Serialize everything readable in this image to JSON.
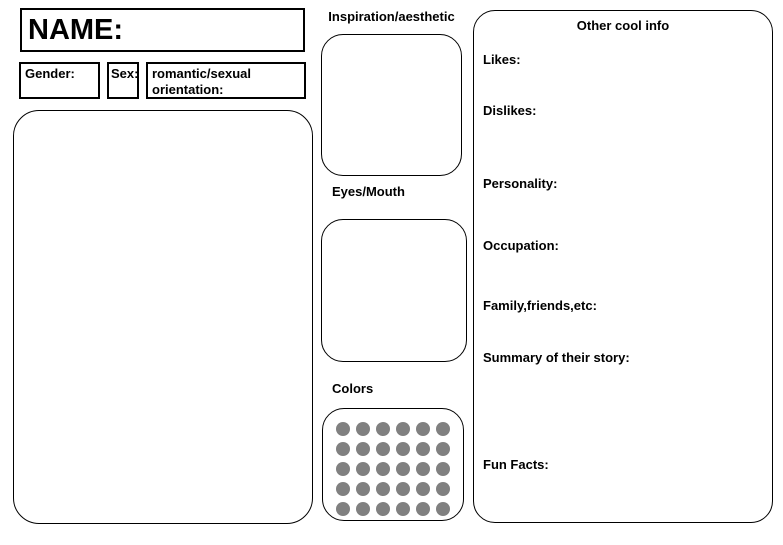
{
  "template": {
    "name_label": "NAME:",
    "gender_label": "Gender:",
    "sex_label": "Sex:",
    "orientation_label": "romantic/sexual orientation:",
    "inspiration_label": "Inspiration/aesthetic",
    "eyes_mouth_label": "Eyes/Mouth",
    "colors_label": "Colors",
    "other_info_title": "Other cool info",
    "other_info_fields": [
      "Likes:",
      "Dislikes:",
      "Personality:",
      "Occupation:",
      "Family,friends,etc:",
      "Summary of their story:",
      "Fun Facts:"
    ]
  },
  "palette": {
    "rows": 5,
    "cols": 6,
    "dot_color": "#808080"
  },
  "colors": {
    "border": "#000000",
    "background": "#ffffff",
    "text": "#000000"
  }
}
